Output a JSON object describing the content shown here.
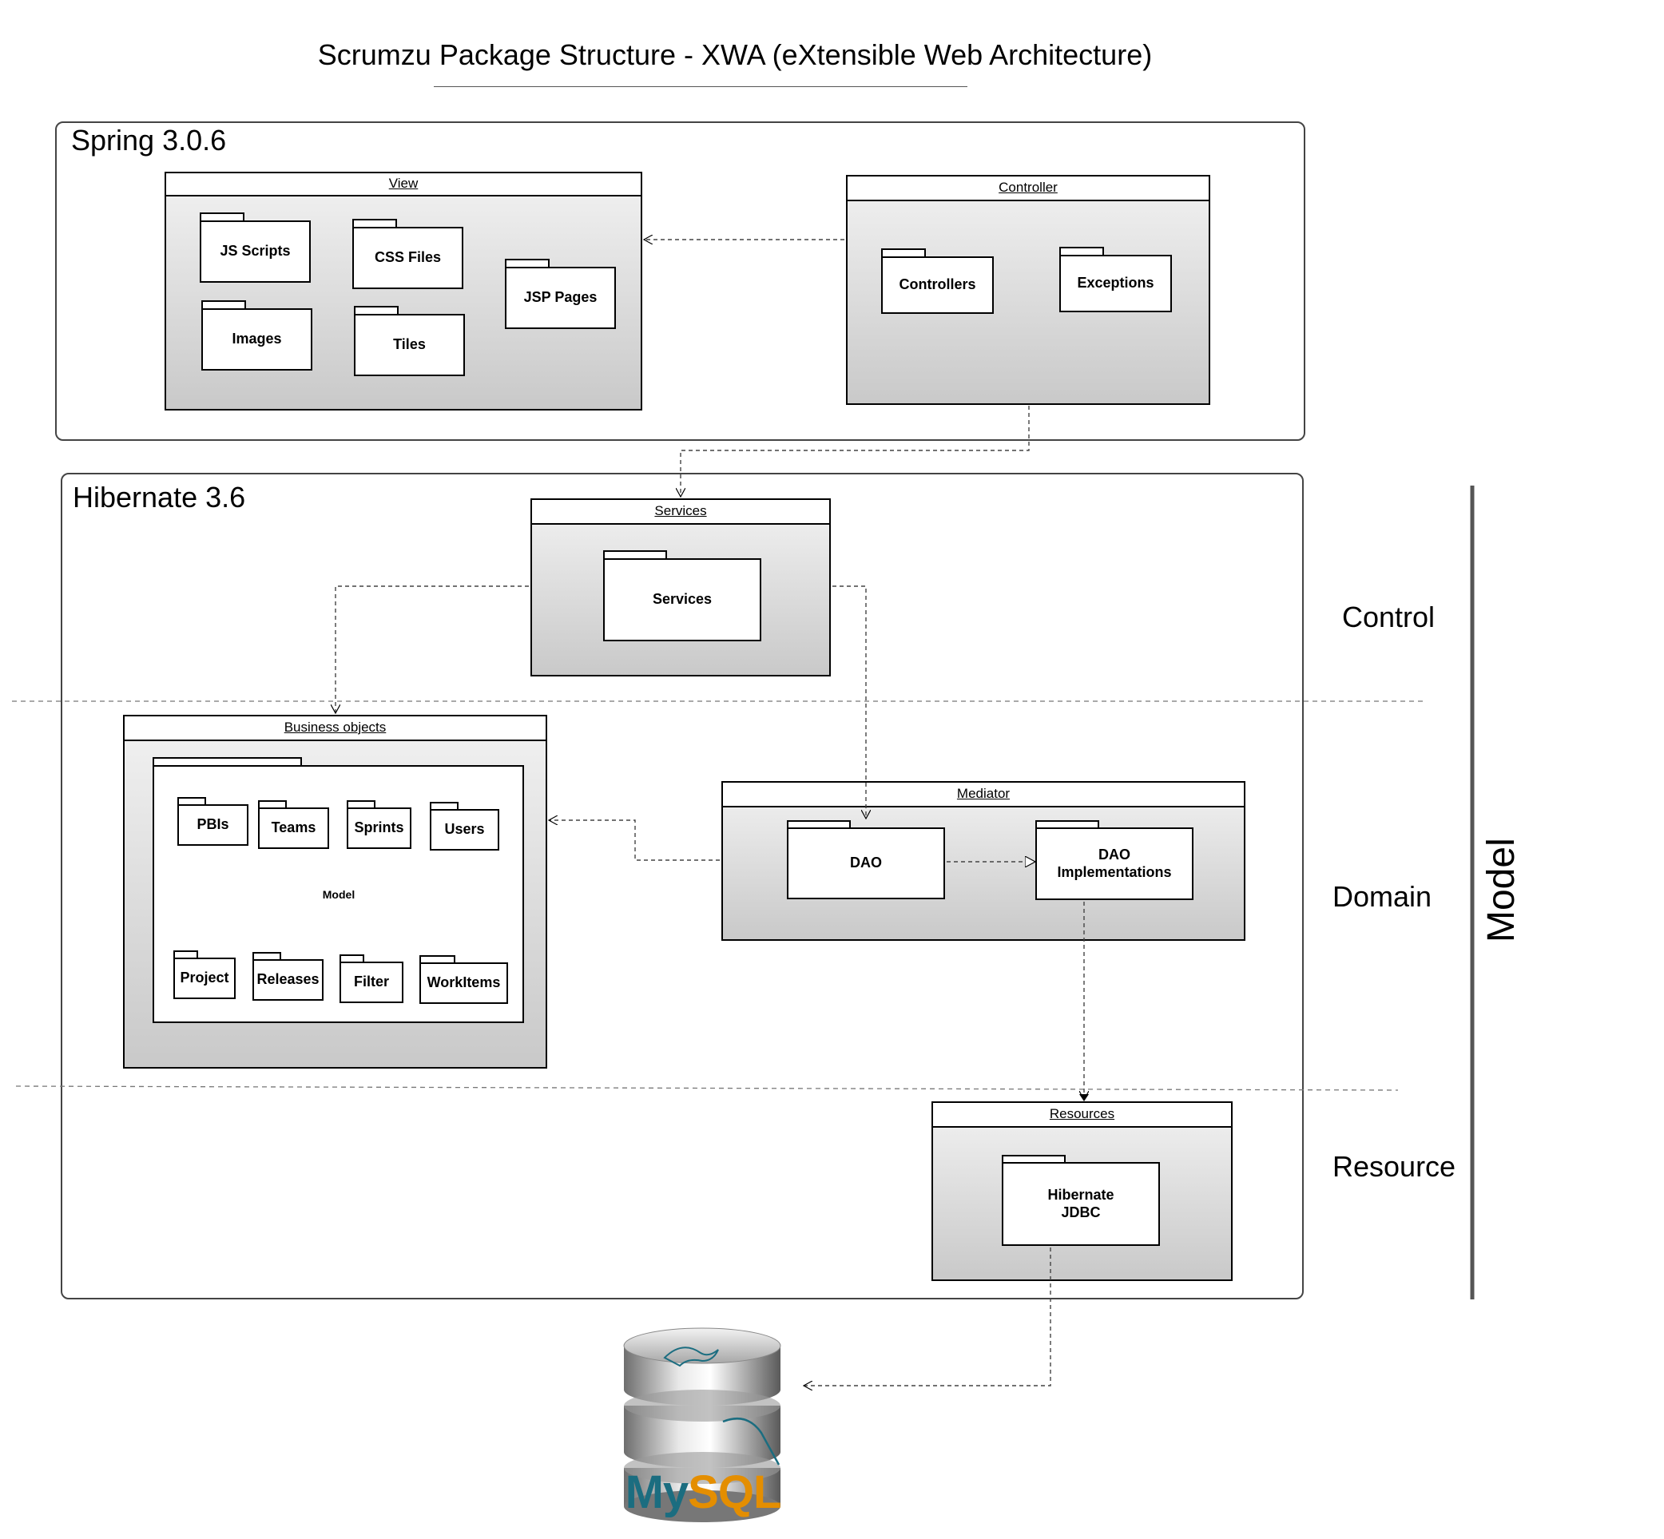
{
  "title": "Scrumzu Package Structure - XWA (eXtensible Web Architecture)",
  "regions": {
    "spring": "Spring 3.0.6",
    "hibernate": "Hibernate 3.6"
  },
  "layers": {
    "control": "Control",
    "domain": "Domain",
    "resource": "Resource",
    "model": "Model"
  },
  "packages": {
    "view": {
      "title": "View",
      "children": [
        "JS Scripts",
        "CSS Files",
        "JSP Pages",
        "Images",
        "Tiles"
      ]
    },
    "controller": {
      "title": "Controller",
      "children": [
        "Controllers",
        "Exceptions"
      ]
    },
    "services": {
      "title": "Services",
      "children": [
        "Services"
      ]
    },
    "business": {
      "title": "Business objects",
      "model_label": "Model",
      "children": [
        "PBIs",
        "Teams",
        "Sprints",
        "Users",
        "Project",
        "Releases",
        "Filter",
        "WorkItems"
      ]
    },
    "mediator": {
      "title": "Mediator",
      "children": [
        "DAO",
        "DAO\nImplementations"
      ]
    },
    "resources": {
      "title": "Resources",
      "children": [
        "Hibernate\nJDBC"
      ]
    }
  },
  "database": {
    "logo_text": "MySQL",
    "logo_colors": {
      "my": "#1b6d80",
      "sql": "#e48e00"
    }
  },
  "colors": {
    "border": "#000000",
    "region_border": "#444444",
    "package_fill_top": "#f2f2f2",
    "package_fill_bottom": "#c9c9c9",
    "model_bar": "#555555"
  }
}
